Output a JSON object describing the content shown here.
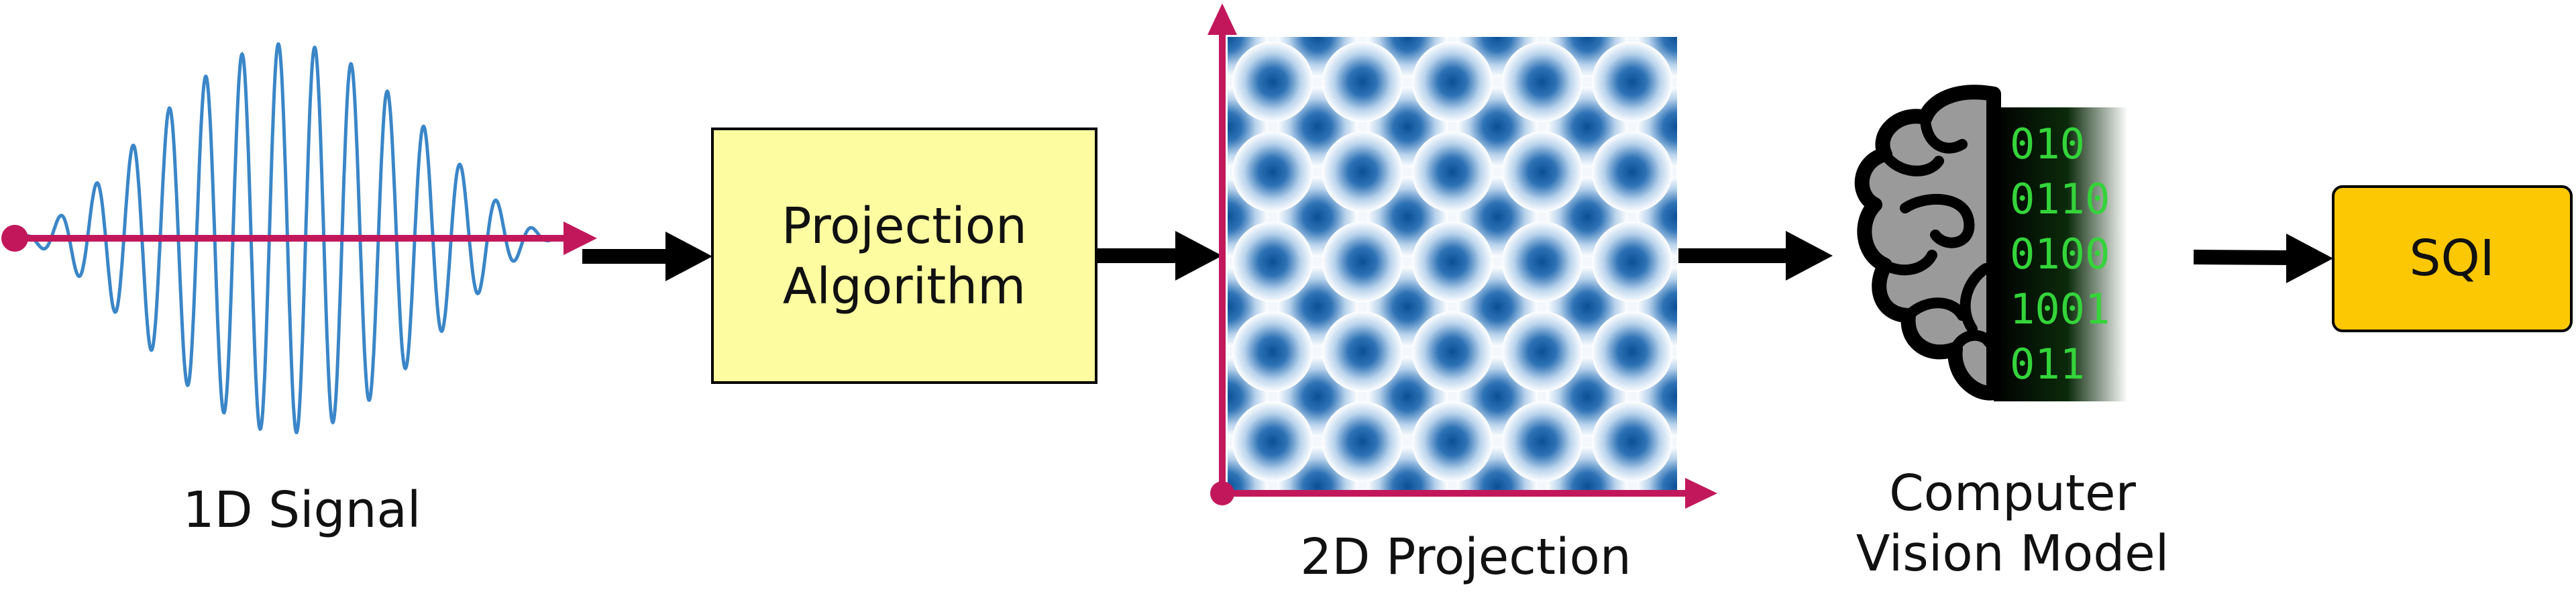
{
  "diagram": {
    "signal_label": "1D Signal",
    "algorithm_box": {
      "line1": "Projection",
      "line2": "Algorithm"
    },
    "projection_label": "2D Projection",
    "model_label": {
      "line1": "Computer",
      "line2": "Vision Model"
    },
    "output_box": "SQI",
    "binary_lines": [
      "010",
      "0110",
      "0100",
      "1001",
      "011"
    ]
  },
  "colors": {
    "signal_wave": "#3a86c8",
    "axis": "#c2185b",
    "arrow": "#000000",
    "algorithm_box_fill": "#fdfca0",
    "output_box_fill": "#fcc804",
    "projection_blob": "#0a4f96",
    "brain_fill": "#9a9a9a",
    "binary_text": "#34d43a"
  },
  "icons": {
    "brain": "brain-icon",
    "binary": "binary-code-icon"
  }
}
